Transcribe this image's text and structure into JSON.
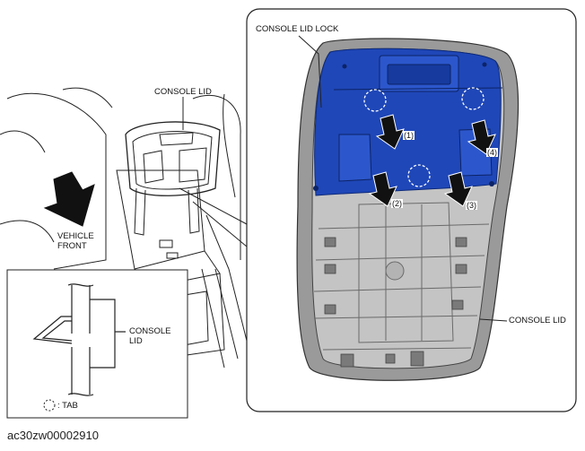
{
  "labels": {
    "console_lid_top": "CONSOLE LID",
    "vehicle_front": "VEHICLE\nFRONT",
    "console_lid_lock": "CONSOLE LID LOCK",
    "console_lid_right": "CONSOLE LID",
    "console_lid_inset": "CONSOLE\nLID",
    "tab_legend": ": TAB"
  },
  "arrows": {
    "a1": "(1)",
    "a2": "(2)",
    "a3": "(3)",
    "a4": "(4)"
  },
  "caption": "ac30zw00002910",
  "colors": {
    "lock_blue": "#1f47b8",
    "lid_gray": "#bdbdbd",
    "arrow_black": "#111111"
  }
}
